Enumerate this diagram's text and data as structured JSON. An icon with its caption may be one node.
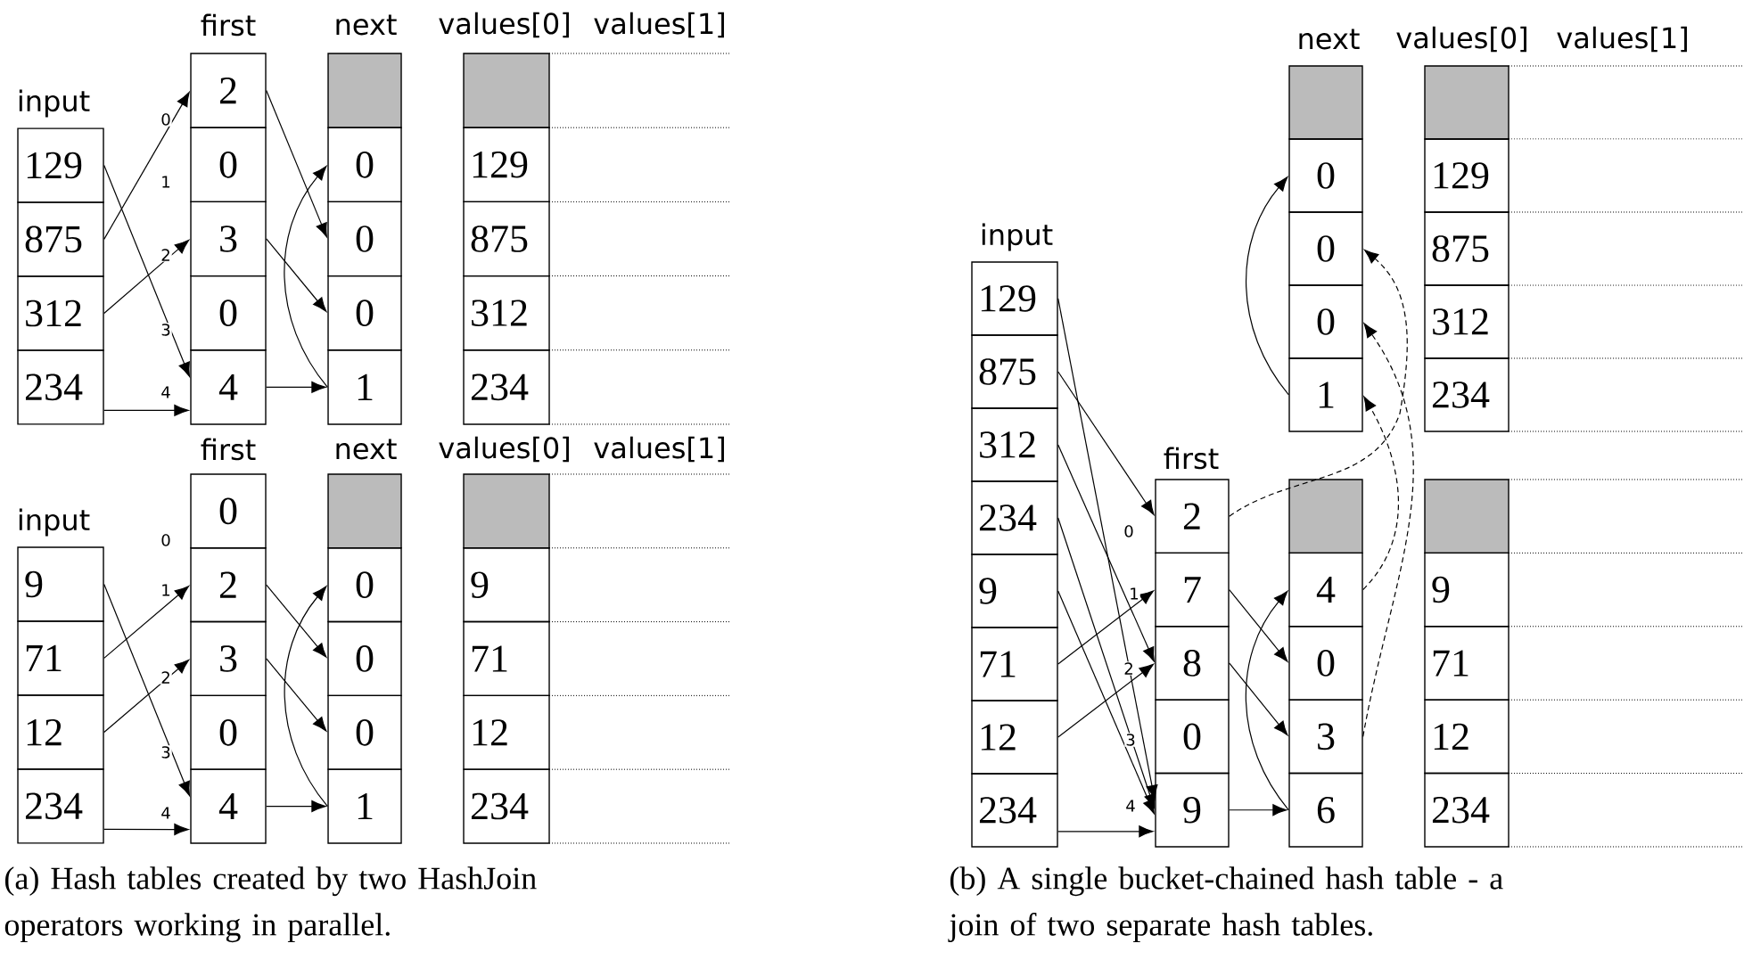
{
  "diagram": {
    "nodes": [
      {
        "text": [
          "129"
        ]
      },
      {
        "text": [
          "875"
        ]
      },
      {
        "text": [
          "312"
        ]
      },
      {
        "text": [
          "234"
        ]
      },
      {
        "text": [
          "2"
        ]
      },
      {
        "text": [
          "0"
        ]
      },
      {
        "text": [
          "3"
        ]
      },
      {
        "text": [
          "0"
        ]
      },
      {
        "text": [
          "4"
        ]
      },
      {
        "text": [],
        "shape": "box"
      },
      {
        "text": [
          "0"
        ]
      },
      {
        "text": [
          "0"
        ]
      },
      {
        "text": [
          "0"
        ]
      },
      {
        "text": [
          "1"
        ]
      },
      {
        "text": [],
        "shape": "box"
      },
      {
        "text": [
          "129"
        ]
      },
      {
        "text": [
          "875"
        ]
      },
      {
        "text": [
          "312"
        ]
      },
      {
        "text": [
          "234"
        ]
      },
      {
        "text": [
          "9"
        ]
      },
      {
        "text": [
          "71"
        ]
      },
      {
        "text": [
          "12"
        ]
      },
      {
        "text": [
          "234"
        ]
      },
      {
        "text": [
          "0"
        ]
      },
      {
        "text": [
          "2"
        ]
      },
      {
        "text": [
          "3"
        ]
      },
      {
        "text": [
          "0"
        ]
      },
      {
        "text": [
          "4"
        ]
      },
      {
        "text": [],
        "shape": "box"
      },
      {
        "text": [
          "0"
        ]
      },
      {
        "text": [
          "0"
        ]
      },
      {
        "text": [
          "0"
        ]
      },
      {
        "text": [
          "1"
        ]
      },
      {
        "text": [],
        "shape": "box"
      },
      {
        "text": [
          "9"
        ]
      },
      {
        "text": [
          "71"
        ]
      },
      {
        "text": [
          "12"
        ]
      },
      {
        "text": [
          "234"
        ]
      },
      {
        "text": [
          "129"
        ]
      },
      {
        "text": [
          "875"
        ]
      },
      {
        "text": [
          "312"
        ]
      },
      {
        "text": [
          "234"
        ]
      },
      {
        "text": [
          "9"
        ]
      },
      {
        "text": [
          "71"
        ]
      },
      {
        "text": [
          "12"
        ]
      },
      {
        "text": [
          "234"
        ]
      },
      {
        "text": [
          "2"
        ]
      },
      {
        "text": [
          "7"
        ]
      },
      {
        "text": [
          "8"
        ]
      },
      {
        "text": [
          "0"
        ]
      },
      {
        "text": [
          "9"
        ]
      },
      {
        "text": [],
        "shape": "box"
      },
      {
        "text": [
          "0"
        ]
      },
      {
        "text": [
          "0"
        ]
      },
      {
        "text": [
          "0"
        ]
      },
      {
        "text": [
          "1"
        ]
      },
      {
        "text": [],
        "shape": "box"
      },
      {
        "text": [
          "4"
        ]
      },
      {
        "text": [
          "0"
        ]
      },
      {
        "text": [
          "3"
        ]
      },
      {
        "text": [
          "6"
        ]
      },
      {
        "text": [],
        "shape": "box"
      },
      {
        "text": [
          "129"
        ]
      },
      {
        "text": [
          "875"
        ]
      },
      {
        "text": [
          "312"
        ]
      },
      {
        "text": [
          "234"
        ]
      },
      {
        "text": [],
        "shape": "box"
      },
      {
        "text": [
          "9"
        ]
      },
      {
        "text": [
          "71"
        ]
      },
      {
        "text": [
          "12"
        ]
      },
      {
        "text": [
          "234"
        ]
      }
    ],
    "edges": [
      {
        "from": 0,
        "to": 8,
        "arrow": "to"
      },
      {
        "from": 1,
        "to": 4,
        "arrow": "to"
      },
      {
        "from": 2,
        "to": 6,
        "arrow": "to"
      },
      {
        "from": 3,
        "to": 8,
        "arrow": "to"
      },
      {
        "from": 4,
        "to": 11,
        "arrow": "to"
      },
      {
        "from": 6,
        "to": 12,
        "arrow": "to"
      },
      {
        "from": 8,
        "to": 13,
        "arrow": "to"
      },
      {
        "from": 13,
        "to": 10,
        "arrow": "to"
      },
      {
        "from": 19,
        "to": 27,
        "arrow": "to"
      },
      {
        "from": 20,
        "to": 24,
        "arrow": "to"
      },
      {
        "from": 21,
        "to": 25,
        "arrow": "to"
      },
      {
        "from": 22,
        "to": 27,
        "arrow": "to"
      },
      {
        "from": 24,
        "to": 30,
        "arrow": "to"
      },
      {
        "from": 25,
        "to": 31,
        "arrow": "to"
      },
      {
        "from": 27,
        "to": 32,
        "arrow": "to"
      },
      {
        "from": 32,
        "to": 29,
        "arrow": "to"
      },
      {
        "from": 38,
        "to": 50,
        "arrow": "to"
      },
      {
        "from": 39,
        "to": 46,
        "arrow": "to"
      },
      {
        "from": 40,
        "to": 48,
        "arrow": "to"
      },
      {
        "from": 41,
        "to": 50,
        "arrow": "to"
      },
      {
        "from": 42,
        "to": 50,
        "arrow": "to"
      },
      {
        "from": 43,
        "to": 47,
        "arrow": "to"
      },
      {
        "from": 44,
        "to": 48,
        "arrow": "to"
      },
      {
        "from": 45,
        "to": 50,
        "arrow": "to"
      },
      {
        "from": 46,
        "to": 53,
        "arrow": "to",
        "style": "dashed"
      },
      {
        "from": 57,
        "to": 55,
        "arrow": "to",
        "style": "dashed"
      },
      {
        "from": 59,
        "to": 54,
        "arrow": "to",
        "style": "dashed"
      },
      {
        "from": 47,
        "to": 58,
        "arrow": "to"
      },
      {
        "from": 48,
        "to": 59,
        "arrow": "to"
      },
      {
        "from": 50,
        "to": 60,
        "arrow": "to"
      },
      {
        "from": 60,
        "to": 57,
        "arrow": "to"
      },
      {
        "from": 55,
        "to": 52,
        "arrow": "to"
      }
    ],
    "labels": [
      "first",
      "next",
      "values[0]",
      "values[1]",
      "input",
      "0",
      "1",
      "2",
      "3",
      "4",
      "first",
      "next",
      "values[0]",
      "values[1]",
      "input",
      "0",
      "1",
      "2",
      "3",
      "4",
      "next",
      "values[0]",
      "values[1]",
      "input",
      "first",
      "0",
      "1",
      "2",
      "3",
      "4",
      "(a) Hash tables created by two HashJoin operators working in parallel.",
      "(b) A single bucket-chained hash table - a join of two separate hash tables."
    ]
  }
}
